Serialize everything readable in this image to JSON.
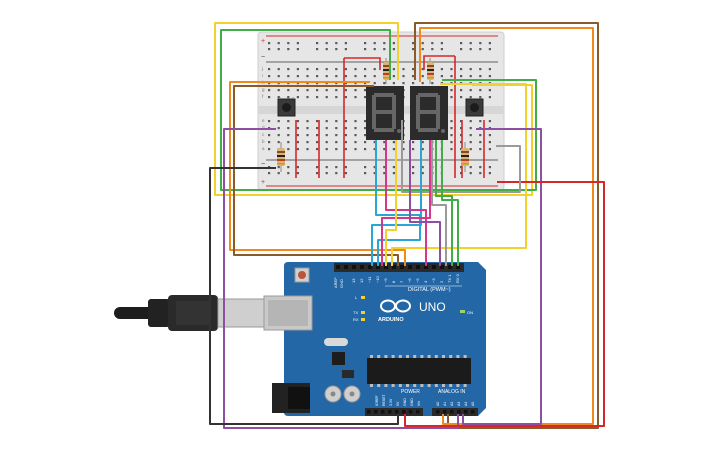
{
  "board": {
    "digital_label": "DIGITAL (PWM~)",
    "arduino_label": "ARDUINO",
    "uno_label": "UNO",
    "on_label": "ON",
    "l_label": "L",
    "tx_label": "TX",
    "rx_label": "RX",
    "power_label": "POWER",
    "analog_label": "ANALOG IN",
    "aref_label": "AREF",
    "gnd_label": "GND",
    "digital_pins": [
      "13",
      "12",
      "~11",
      "~10",
      "~9",
      "8",
      "7",
      "~6",
      "~5",
      "4",
      "~3",
      "2",
      "TX 1",
      "RX 0"
    ],
    "power_pins": [
      "IOREF",
      "RESET",
      "3.3V",
      "5V",
      "GND",
      "GND",
      "Vin"
    ],
    "analog_pins": [
      "A0",
      "A1",
      "A2",
      "A3",
      "A4",
      "A5"
    ]
  },
  "breadboard": {
    "row_letters_top": [
      "j",
      "i",
      "h",
      "g",
      "f"
    ],
    "row_letters_bottom": [
      "e",
      "d",
      "c",
      "b",
      "a"
    ],
    "plus_label": "+",
    "minus_label": "−"
  },
  "colors": {
    "board_blue": "#2467a6",
    "breadboard": "#e6e6e6",
    "rail_red": "#d62828",
    "rail_dark": "#333333",
    "wire_yellow": "#f2d12c",
    "wire_green": "#3fae49",
    "wire_orange": "#f08a1c",
    "wire_brown": "#8a5a2b",
    "wire_purple": "#8e4ea1",
    "wire_red": "#d62828",
    "wire_gray": "#9a9a9a",
    "wire_blue": "#2aa6d6",
    "wire_pink": "#d6378c",
    "wire_black": "#333333"
  },
  "icons": [
    "usb-cable-icon",
    "reset-button-icon",
    "power-jack-icon",
    "atmega-chip-icon",
    "arduino-logo-icon"
  ]
}
